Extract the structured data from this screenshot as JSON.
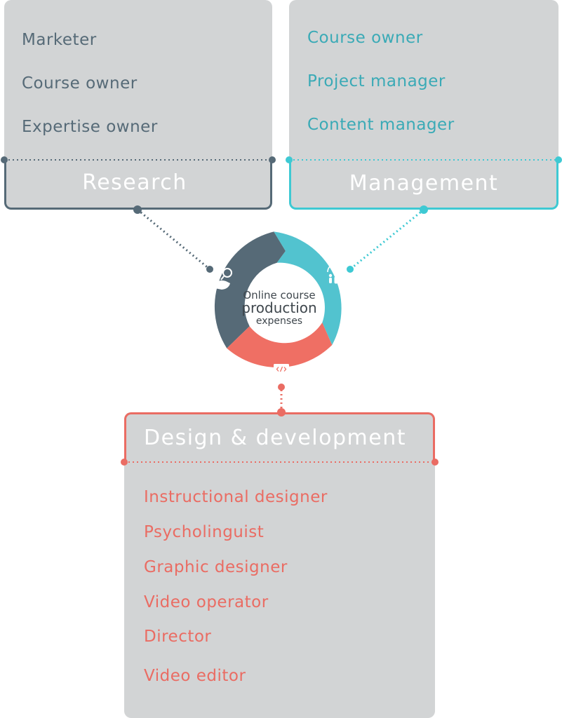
{
  "research": {
    "title": "Research",
    "items": [
      "Marketer",
      "Course owner",
      "Expertise owner"
    ]
  },
  "management": {
    "title": "Management",
    "items": [
      "Course owner",
      "Project manager",
      "Content manager"
    ]
  },
  "design": {
    "title": "Design & development",
    "items": [
      "Instructional designer",
      "Psycholinguist",
      "Graphic designer",
      "Video operator",
      "Director",
      "Video editor"
    ]
  },
  "center": {
    "line1": "Online course",
    "line2": "production",
    "line3": "expenses"
  },
  "colors": {
    "slate": "#566a77",
    "teal": "#52c3cf",
    "coral": "#ef6f64",
    "card": "#d2d4d5"
  },
  "icons": [
    "magnifier-hand-icon",
    "team-icon",
    "monitor-code-icon"
  ]
}
